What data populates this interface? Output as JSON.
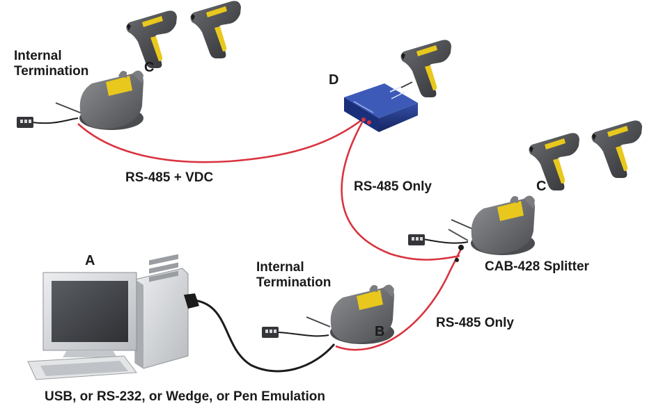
{
  "labels": {
    "internal_termination_1": "Internal\nTermination",
    "internal_termination_2": "Internal\nTermination",
    "letter_a": "A",
    "letter_b": "B",
    "letter_c_top": "C",
    "letter_c_right": "C",
    "letter_d": "D",
    "rs485_vdc": "RS-485 + VDC",
    "rs485_only_upper": "RS-485 Only",
    "rs485_only_lower": "RS-485 Only",
    "splitter": "CAB-428 Splitter",
    "host_interfaces": "USB, or RS-232, or Wedge, or Pen Emulation"
  },
  "colors": {
    "cable_red": "#d9333f",
    "cable_black": "#1b1b1b",
    "device_gray": "#6e7072",
    "scanner_yellow": "#e9c81d",
    "hub_blue": "#1a2f7a",
    "pc_gray": "#d6d8da"
  }
}
